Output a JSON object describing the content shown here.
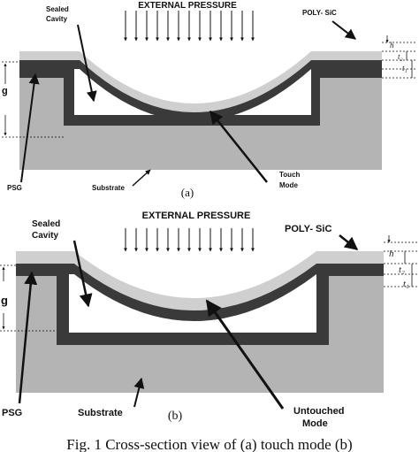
{
  "panel_a": {
    "external_pressure": "EXTERNAL PRESSURE",
    "poly_sic": "POLY- SiC",
    "sealed_cavity": "Sealed\nCavity",
    "g": "g",
    "h": "h",
    "t2": "t₂",
    "t1": "t₁",
    "psg": "PSG",
    "substrate": "Substrate",
    "mode": "Touch\nMode",
    "sub_label": "(a)"
  },
  "panel_b": {
    "external_pressure": "EXTERNAL PRESSURE",
    "poly_sic": "POLY- SiC",
    "sealed_cavity": "Sealed\nCavity",
    "g": "g",
    "h": "h",
    "t2": "t₂",
    "t1": "t₁",
    "psg": "PSG",
    "substrate": "Substrate",
    "mode": "Untouched\nMode",
    "sub_label": "(b)"
  },
  "caption": "Fig. 1 Cross-section view of (a) touch mode (b)",
  "colors": {
    "substrate": "#b4b4b4",
    "poly_sic": "#cfcfcf",
    "psg": "#3c3c3c",
    "cavity": "#ffffff",
    "ink": "#111111"
  }
}
